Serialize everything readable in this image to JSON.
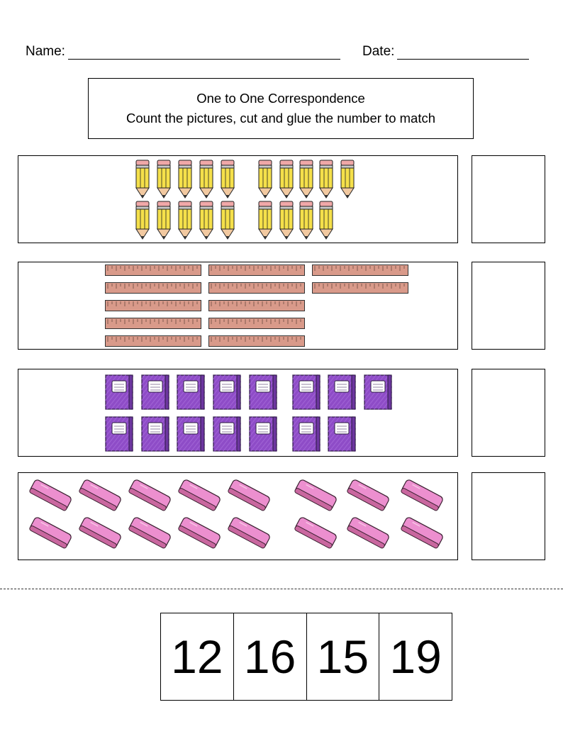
{
  "header": {
    "name_label": "Name:",
    "date_label": "Date:"
  },
  "title": {
    "line1": "One to One Correspondence",
    "line2": "Count the pictures, cut and glue the number to match"
  },
  "rows": [
    {
      "item": "pencil-icon",
      "count": 19
    },
    {
      "item": "ruler-icon",
      "count": 12
    },
    {
      "item": "notebook-icon",
      "count": 15
    },
    {
      "item": "eraser-icon",
      "count": 16
    }
  ],
  "cutouts": [
    "12",
    "16",
    "15",
    "19"
  ],
  "colors": {
    "pencil_body": "#f5e04a",
    "pencil_eraser": "#f0a8a8",
    "ruler": "#d99a8a",
    "notebook": "#8e4cc7",
    "eraser": "#ec8fcf"
  }
}
